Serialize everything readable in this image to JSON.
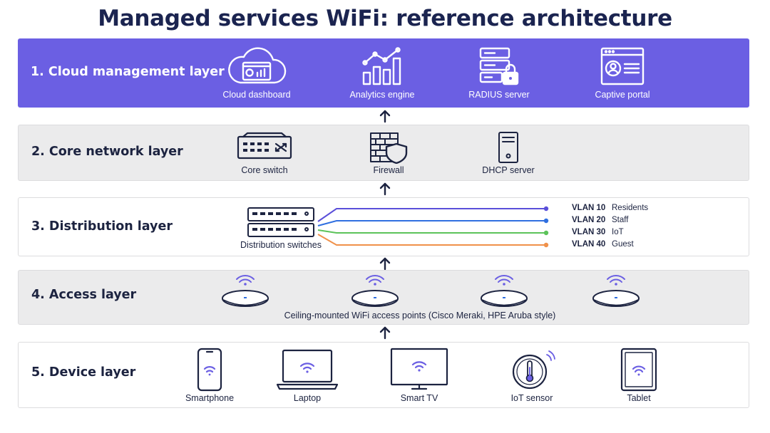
{
  "title": "Managed services WiFi: reference architecture",
  "colors": {
    "cloud_layer": "#6b5fe3",
    "accent": "#6b5fe3",
    "layer_gray": "#ebebec",
    "vlan_residents": "#5a4fd9",
    "vlan_staff": "#2f6fe0",
    "vlan_iot": "#5cc35a",
    "vlan_guest": "#f0914a"
  },
  "layers": [
    {
      "label": "1. Cloud management layer",
      "items": [
        {
          "label": "Cloud dashboard",
          "icon": "cloud-dashboard-icon"
        },
        {
          "label": "Analytics engine",
          "icon": "analytics-chart-icon"
        },
        {
          "label": "RADIUS server",
          "icon": "server-lock-icon"
        },
        {
          "label": "Captive portal",
          "icon": "captive-portal-icon"
        }
      ]
    },
    {
      "label": "2. Core network layer",
      "items": [
        {
          "label": "Core switch",
          "icon": "core-switch-icon"
        },
        {
          "label": "Firewall",
          "icon": "firewall-icon"
        },
        {
          "label": "DHCP server",
          "icon": "dhcp-server-icon"
        }
      ]
    },
    {
      "label": "3. Distribution layer",
      "items": [
        {
          "label": "Distribution switches",
          "icon": "distribution-switches-icon"
        }
      ],
      "vlans": [
        {
          "id": "VLAN 10",
          "name": "Residents"
        },
        {
          "id": "VLAN 20",
          "name": "Staff"
        },
        {
          "id": "VLAN 30",
          "name": "IoT"
        },
        {
          "id": "VLAN 40",
          "name": "Guest"
        }
      ]
    },
    {
      "label": "4. Access layer",
      "caption": "Ceiling-mounted WiFi access points (Cisco Meraki, HPE Aruba style)",
      "ap_count": 4
    },
    {
      "label": "5. Device layer",
      "items": [
        {
          "label": "Smartphone",
          "icon": "smartphone-icon"
        },
        {
          "label": "Laptop",
          "icon": "laptop-icon"
        },
        {
          "label": "Smart TV",
          "icon": "smart-tv-icon"
        },
        {
          "label": "IoT sensor",
          "icon": "iot-sensor-icon"
        },
        {
          "label": "Tablet",
          "icon": "tablet-icon"
        }
      ]
    }
  ]
}
